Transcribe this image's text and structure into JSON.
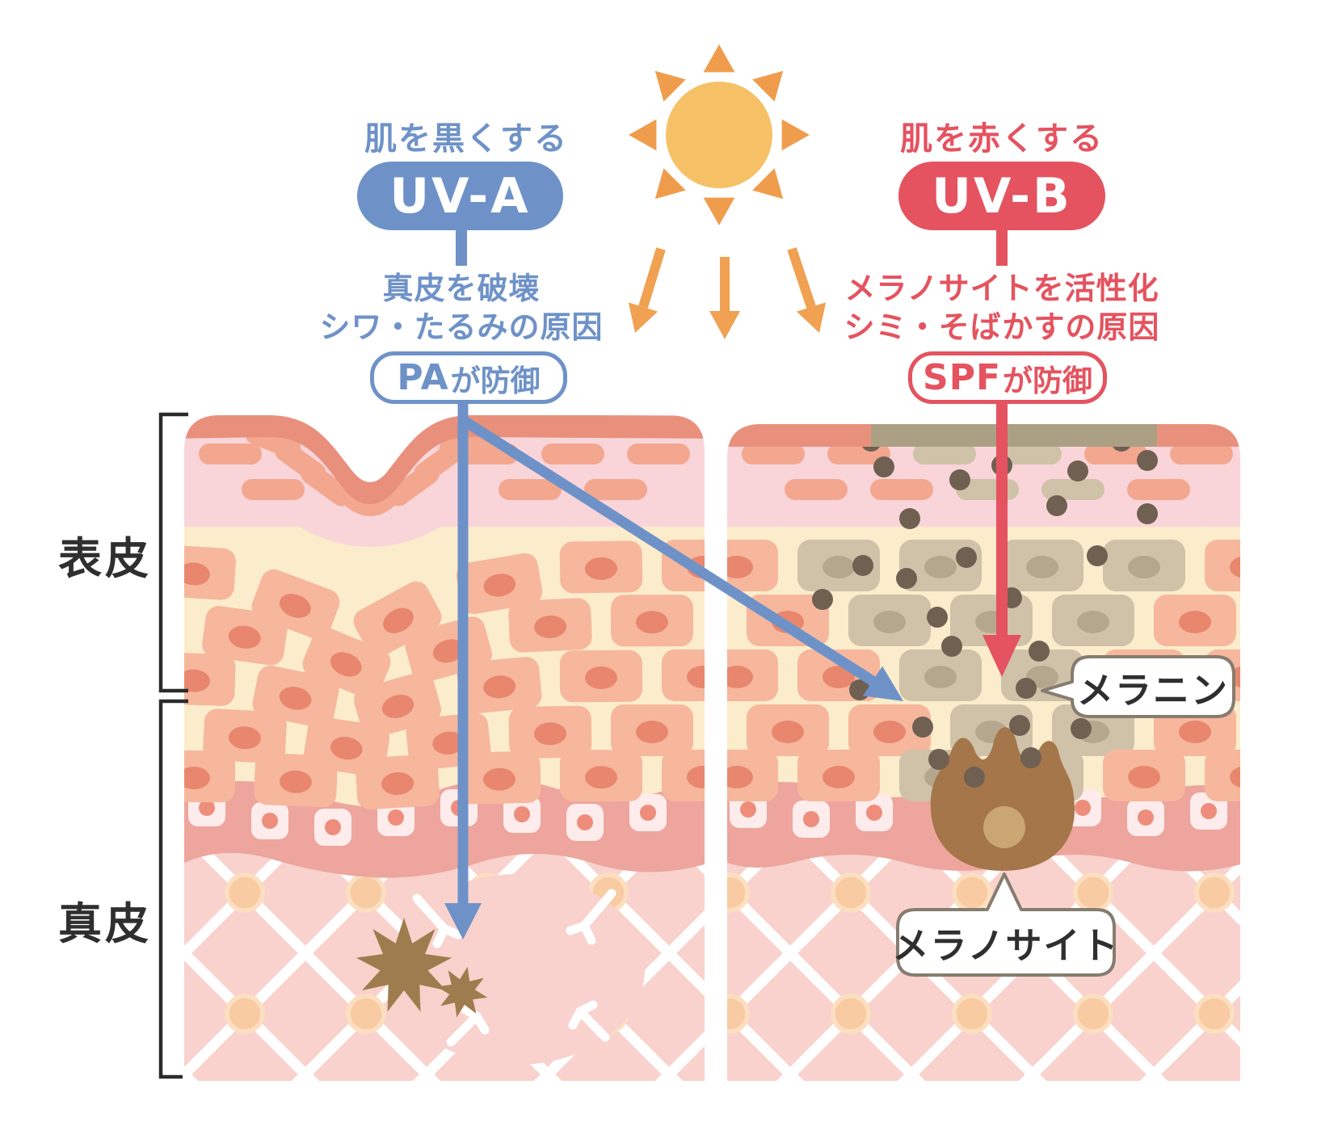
{
  "uva": {
    "tagline": "肌を黒くする",
    "label": "UV-A",
    "desc1": "真皮を破壊",
    "desc2": "シワ・たるみの原因",
    "shield_strong": "PA",
    "shield_rest": "が防御"
  },
  "uvb": {
    "tagline": "肌を赤くする",
    "label": "UV-B",
    "desc1": "メラノサイトを活性化",
    "desc2": "シミ・そばかすの原因",
    "shield_strong": "SPF",
    "shield_rest": "が防御"
  },
  "skin_labels": {
    "epidermis": "表皮",
    "dermis": "真皮"
  },
  "callouts": {
    "melanin": "メラニン",
    "melanocyte": "メラノサイト"
  },
  "icons": {
    "sun": "sun-icon",
    "uv_rays": "uv-ray-arrows"
  },
  "colors": {
    "uva_blue": "#6e92c8",
    "uvb_red": "#e4535f",
    "sun_core": "#f6c166",
    "sun_ray": "#ef9d4d",
    "arrow_orange": "#f0a152",
    "text_dark": "#2f2f2f",
    "bracket": "#2b2b2b",
    "bubble_border": "#867c6f",
    "corneum": "#e9907c",
    "corneum_tan": "#aba083",
    "pink_layer": "#f9d5da",
    "dash_cell": "#f3a78f",
    "cream_layer": "#fbeccb",
    "brick_cell": "#f6b79d",
    "brick_nucleus": "#e8876e",
    "tan_cell": "#cfc2a8",
    "tan_nucleus": "#b5a78d",
    "melanin_dot": "#6f6052",
    "basal_band": "#eda59d",
    "basal_square": "#fdeceb",
    "basal_dot": "#ee8d7c",
    "dermis": "#f9d2cd",
    "lattice_node": "#f8cba3",
    "lattice_node_ring": "#fcdfc0",
    "melanocyte": "#a4764a",
    "melanocyte_nucleus": "#c9a672",
    "star_brown": "#9e7c4d"
  }
}
